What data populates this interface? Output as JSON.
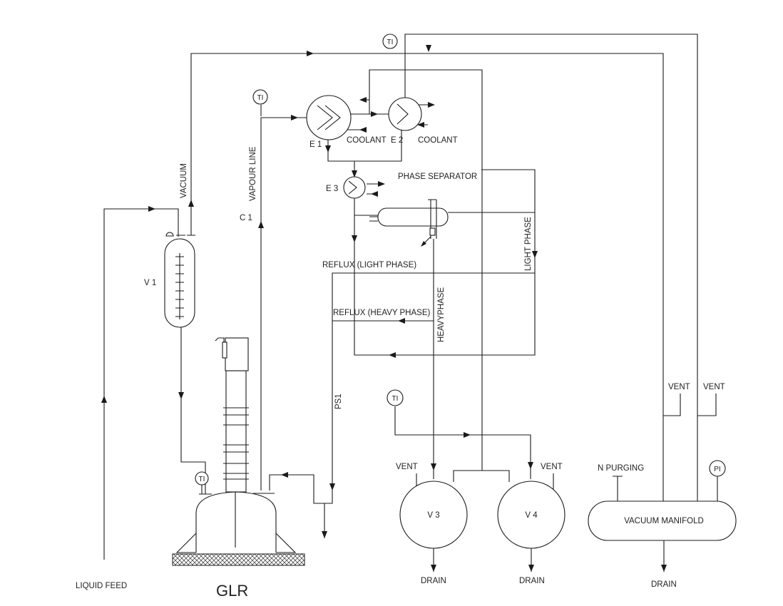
{
  "labels": {
    "vacuum": "VACUUM",
    "vapour_line": "VAPOUR LINE",
    "c1": "C 1",
    "v1": "V 1",
    "e1": "E 1",
    "e2": "E 2",
    "e3": "E 3",
    "coolant": "COOLANT",
    "phase_separator": "PHASE SEPARATOR",
    "light_phase": "LIGHT PHASE",
    "heavy_phase": "HEAVYPHASE",
    "reflux_light": "REFLUX (LIGHT PHASE)",
    "reflux_heavy": "REFLUX (HEAVY PHASE)",
    "ps1": "PS1",
    "vent": "VENT",
    "n_purging": "N  PURGING",
    "v3": "V 3",
    "v4": "V 4",
    "vacuum_manifold": "VACUUM MANIFOLD",
    "drain": "DRAIN",
    "liquid_feed": "LIQUID FEED",
    "glr": "GLR"
  },
  "instruments": {
    "ti": "TI",
    "pi": "PI"
  }
}
